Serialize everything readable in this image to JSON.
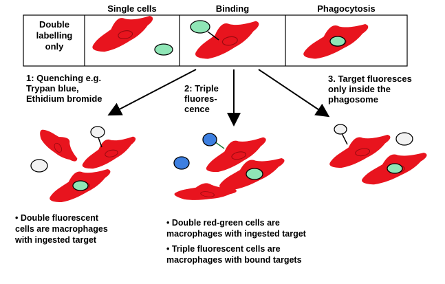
{
  "header": {
    "col_single": "Single cells",
    "col_binding": "Binding",
    "col_phago": "Phagocytosis"
  },
  "row_label": "Double\nlabelling\nonly",
  "methods": [
    {
      "label": "1: Quenching e.g.\nTrypan blue,\nEthidium bromide"
    },
    {
      "label": "2: Triple\nfluores-\ncence"
    },
    {
      "label": "3. Target fluoresces\nonly inside the\nphagosome"
    }
  ],
  "bullets": {
    "left": "• Double fluorescent\ncells are macrophages\nwith ingested target",
    "middle_1": "• Double red-green cells are\nmacrophages with ingested target",
    "middle_2": "• Triple fluorescent cells are\nmacrophages with bound targets"
  },
  "colors": {
    "cell_red": "#e8141e",
    "target_green": "#8fe6b6",
    "target_blue": "#3d7fe0",
    "target_white": "#f2f2f2",
    "outline": "#000000"
  }
}
